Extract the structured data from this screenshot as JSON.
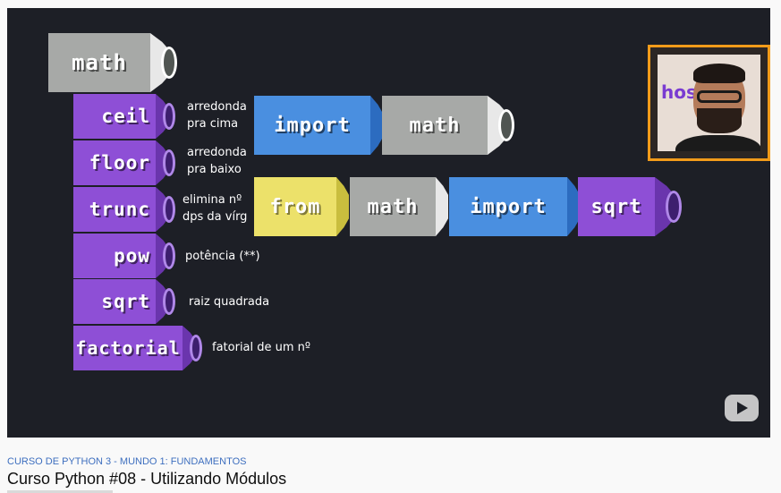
{
  "video": {
    "tag_blocks": [
      "math"
    ],
    "function_blocks": [
      {
        "label": "ceil",
        "desc": [
          "arredonda",
          "pra cima"
        ]
      },
      {
        "label": "floor",
        "desc": [
          "arredonda",
          "pra baixo"
        ]
      },
      {
        "label": "trunc",
        "desc": [
          "elimina nº",
          "dps da vírg"
        ]
      },
      {
        "label": "pow",
        "desc": [
          "potência (**)"
        ]
      },
      {
        "label": "sqrt",
        "desc": [
          "raiz quadrada"
        ]
      },
      {
        "label": "factorial",
        "desc": [
          "fatorial de um nº"
        ]
      }
    ],
    "row1": [
      "import",
      "math"
    ],
    "row2": [
      "from",
      "math",
      "import",
      "sqrt"
    ],
    "webcam_logo": "hos"
  },
  "playlist_label": "CURSO DE PYTHON 3 - MUNDO 1: FUNDAMENTOS",
  "video_title": "Curso Python #08 - Utilizando Módulos",
  "colors": {
    "purple": "#8e4fd6",
    "gray": "#a7a9a7",
    "blue": "#4a8fe0",
    "yellow": "#ece16a",
    "accent_orange": "#f29b1a"
  }
}
